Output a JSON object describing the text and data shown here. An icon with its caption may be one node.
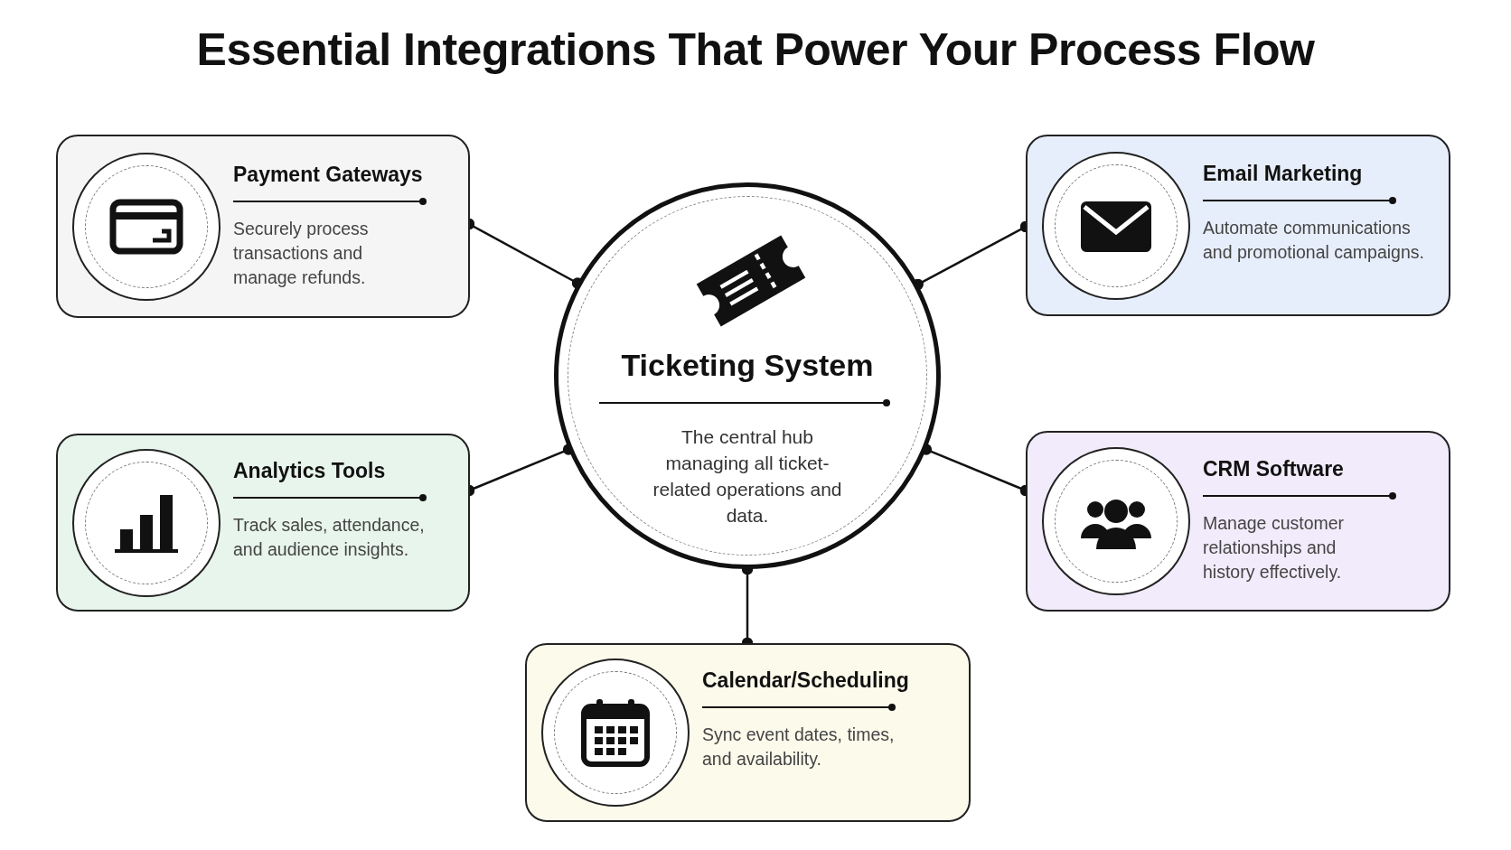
{
  "diagram": {
    "title": "Essential Integrations That Power Your Process Flow",
    "nodes": [
      {
        "text": [
          "Ticketing System",
          "The central hub managing all ticket-related operations and data."
        ]
      },
      {
        "text": [
          "Payment Gateways",
          "Securely process transactions and manage refunds."
        ]
      },
      {
        "text": [
          "Email Marketing",
          "Automate communications and promotional campaigns."
        ]
      },
      {
        "text": [
          "Analytics Tools",
          "Track sales, attendance, and audience insights."
        ]
      },
      {
        "text": [
          "CRM Software",
          "Manage customer relationships and history effectively."
        ]
      },
      {
        "text": [
          "Calendar/Scheduling",
          "Sync event dates, times, and availability."
        ]
      }
    ],
    "edges": [
      {
        "from": 0,
        "to": 1,
        "arrow": "other"
      },
      {
        "from": 0,
        "to": 2,
        "arrow": "other"
      },
      {
        "from": 0,
        "to": 3,
        "arrow": "other"
      },
      {
        "from": 0,
        "to": 4,
        "arrow": "other"
      },
      {
        "from": 0,
        "to": 5,
        "arrow": "other"
      }
    ]
  }
}
